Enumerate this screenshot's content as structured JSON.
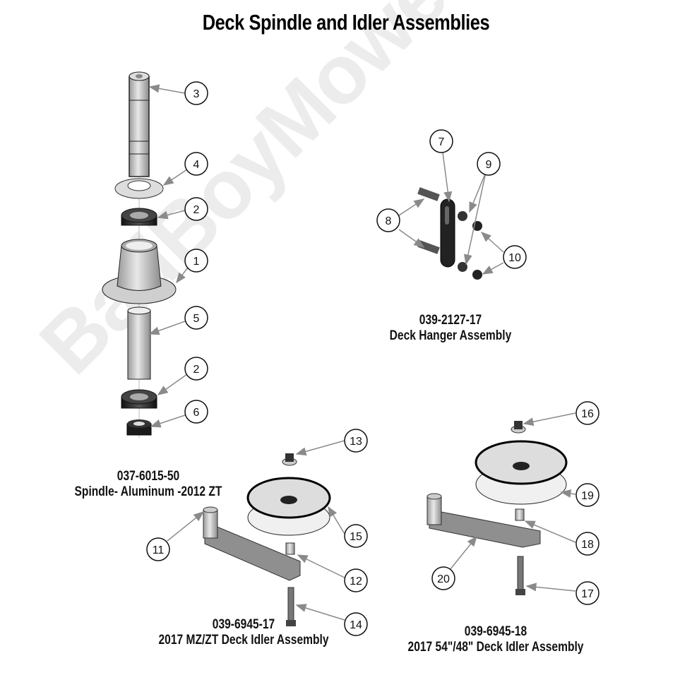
{
  "title": "Deck Spindle and Idler Assemblies",
  "watermark": "BadBoyMowerParts.com",
  "assemblies": [
    {
      "part_number": "037-6015-50",
      "name": "Spindle- Aluminum -2012 ZT"
    },
    {
      "part_number": "039-2127-17",
      "name": "Deck Hanger Assembly"
    },
    {
      "part_number": "039-6945-17",
      "name": "2017 MZ/ZT Deck Idler Assembly"
    },
    {
      "part_number": "039-6945-18",
      "name": "2017 54\"/48\" Deck Idler Assembly"
    }
  ],
  "callouts": {
    "c1": "1",
    "c2a": "2",
    "c2b": "2",
    "c3": "3",
    "c4": "4",
    "c5": "5",
    "c6": "6",
    "c7": "7",
    "c8": "8",
    "c9": "9",
    "c10": "10",
    "c11": "11",
    "c12": "12",
    "c13": "13",
    "c14": "14",
    "c15": "15",
    "c16": "16",
    "c17": "17",
    "c18": "18",
    "c19": "19",
    "c20": "20"
  },
  "colors": {
    "line": "#8a8a8a",
    "part_light": "#d6d6d6",
    "part_mid": "#a8a8a8",
    "part_dark": "#2a2a2a",
    "watermark": "#e9e9e9"
  }
}
